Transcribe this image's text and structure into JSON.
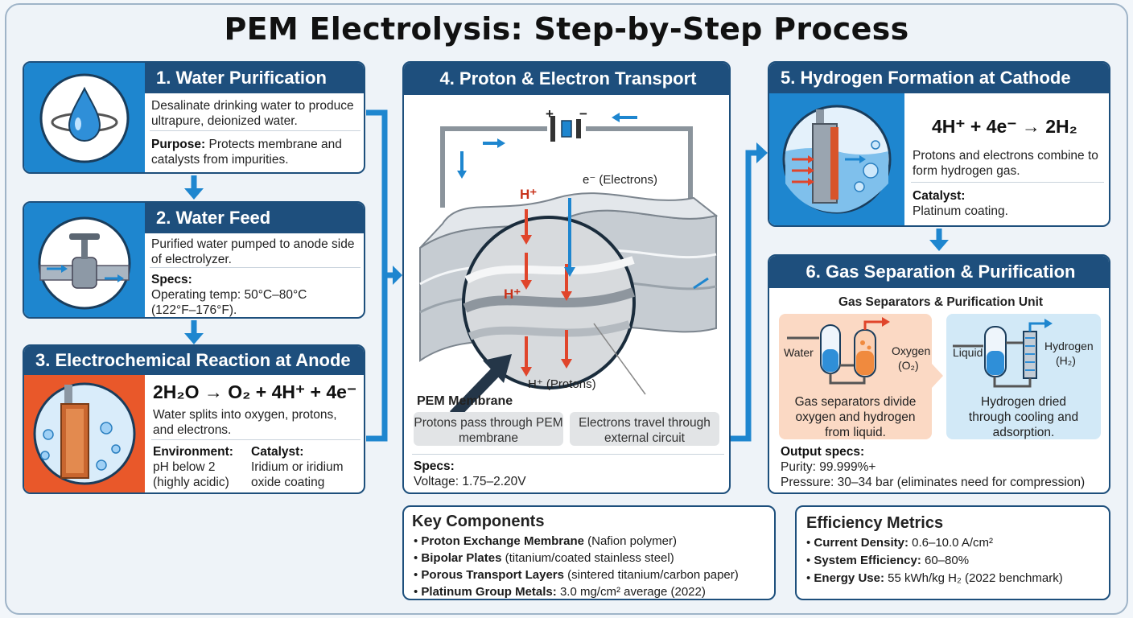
{
  "title": "PEM Electrolysis: Step-by-Step Process",
  "step1": {
    "heading": "1. Water Purification",
    "desc": "Desalinate drinking water to produce ultrapure, deionized water.",
    "purpose_label": "Purpose:",
    "purpose_text": "Protects membrane and catalysts from impurities."
  },
  "step2": {
    "heading": "2. Water Feed",
    "desc": "Purified water pumped to anode side of electrolyzer.",
    "specs_label": "Specs:",
    "specs_line1": "Operating temp: 50°C–80°C",
    "specs_line2": "(122°F–176°F)."
  },
  "step3": {
    "heading": "3. Electrochemical Reaction at Anode",
    "equation": "2H₂O → O₂ + 4H⁺ + 4e⁻",
    "desc": "Water splits into oxygen, protons, and electrons.",
    "env_label": "Environment:",
    "env_text": "pH below 2 (highly acidic)",
    "catalyst_label": "Catalyst:",
    "catalyst_text": "Iridium or iridium oxide coating"
  },
  "step4": {
    "heading": "4. Proton & Electron Transport",
    "plus": "+",
    "minus": "−",
    "h_plus": "H⁺",
    "electrons_label": "e⁻ (Electrons)",
    "protons_label": "H⁺ (Protons)",
    "membrane_label": "PEM Membrane",
    "note_protons": "Protons pass through PEM membrane",
    "note_electrons": "Electrons travel through external circuit",
    "specs_label": "Specs:",
    "specs_text": "Voltage: 1.75–2.20V"
  },
  "step5": {
    "heading": "5. Hydrogen Formation at Cathode",
    "equation": "4H⁺ + 4e⁻ → 2H₂",
    "desc": "Protons and electrons combine to form hydrogen gas.",
    "catalyst_label": "Catalyst:",
    "catalyst_text": "Platinum coating."
  },
  "step6": {
    "heading": "6. Gas Separation & Purification",
    "subheading": "Gas Separators & Purification Unit",
    "water_label": "Water",
    "oxygen_label": "Oxygen",
    "oxygen_formula": "(O₂)",
    "liquid_label": "Liquid",
    "hydrogen_label": "Hydrogen",
    "hydrogen_formula": "(H₂)",
    "left_caption": "Gas separators divide oxygen and hydrogen from liquid.",
    "right_caption": "Hydrogen dried through cooling and adsorption.",
    "output_label": "Output specs:",
    "purity": "Purity: 99.999%+",
    "pressure": "Pressure: 30–34 bar (eliminates need for compression)"
  },
  "key_components": {
    "heading": "Key Components",
    "items": [
      {
        "bold": "Proton Exchange Membrane",
        "rest": " (Nafion polymer)"
      },
      {
        "bold": "Bipolar Plates",
        "rest": " (titanium/coated stainless steel)"
      },
      {
        "bold": "Porous Transport Layers",
        "rest": " (sintered titanium/carbon paper)"
      },
      {
        "bold": "Platinum Group Metals:",
        "rest": " 3.0 mg/cm² average (2022)"
      }
    ]
  },
  "efficiency": {
    "heading": "Efficiency Metrics",
    "items": [
      {
        "bold": "Current Density:",
        "rest": " 0.6–10.0 A/cm²"
      },
      {
        "bold": "System Efficiency:",
        "rest": " 60–80%"
      },
      {
        "bold": "Energy Use:",
        "rest": " 55 kWh/kg H₂ (2022 benchmark)"
      }
    ]
  },
  "colors": {
    "header_blue": "#1e4f7d",
    "accent_blue": "#1e86cf",
    "anode_orange": "#e9582a",
    "proton_red": "#e0452b"
  }
}
